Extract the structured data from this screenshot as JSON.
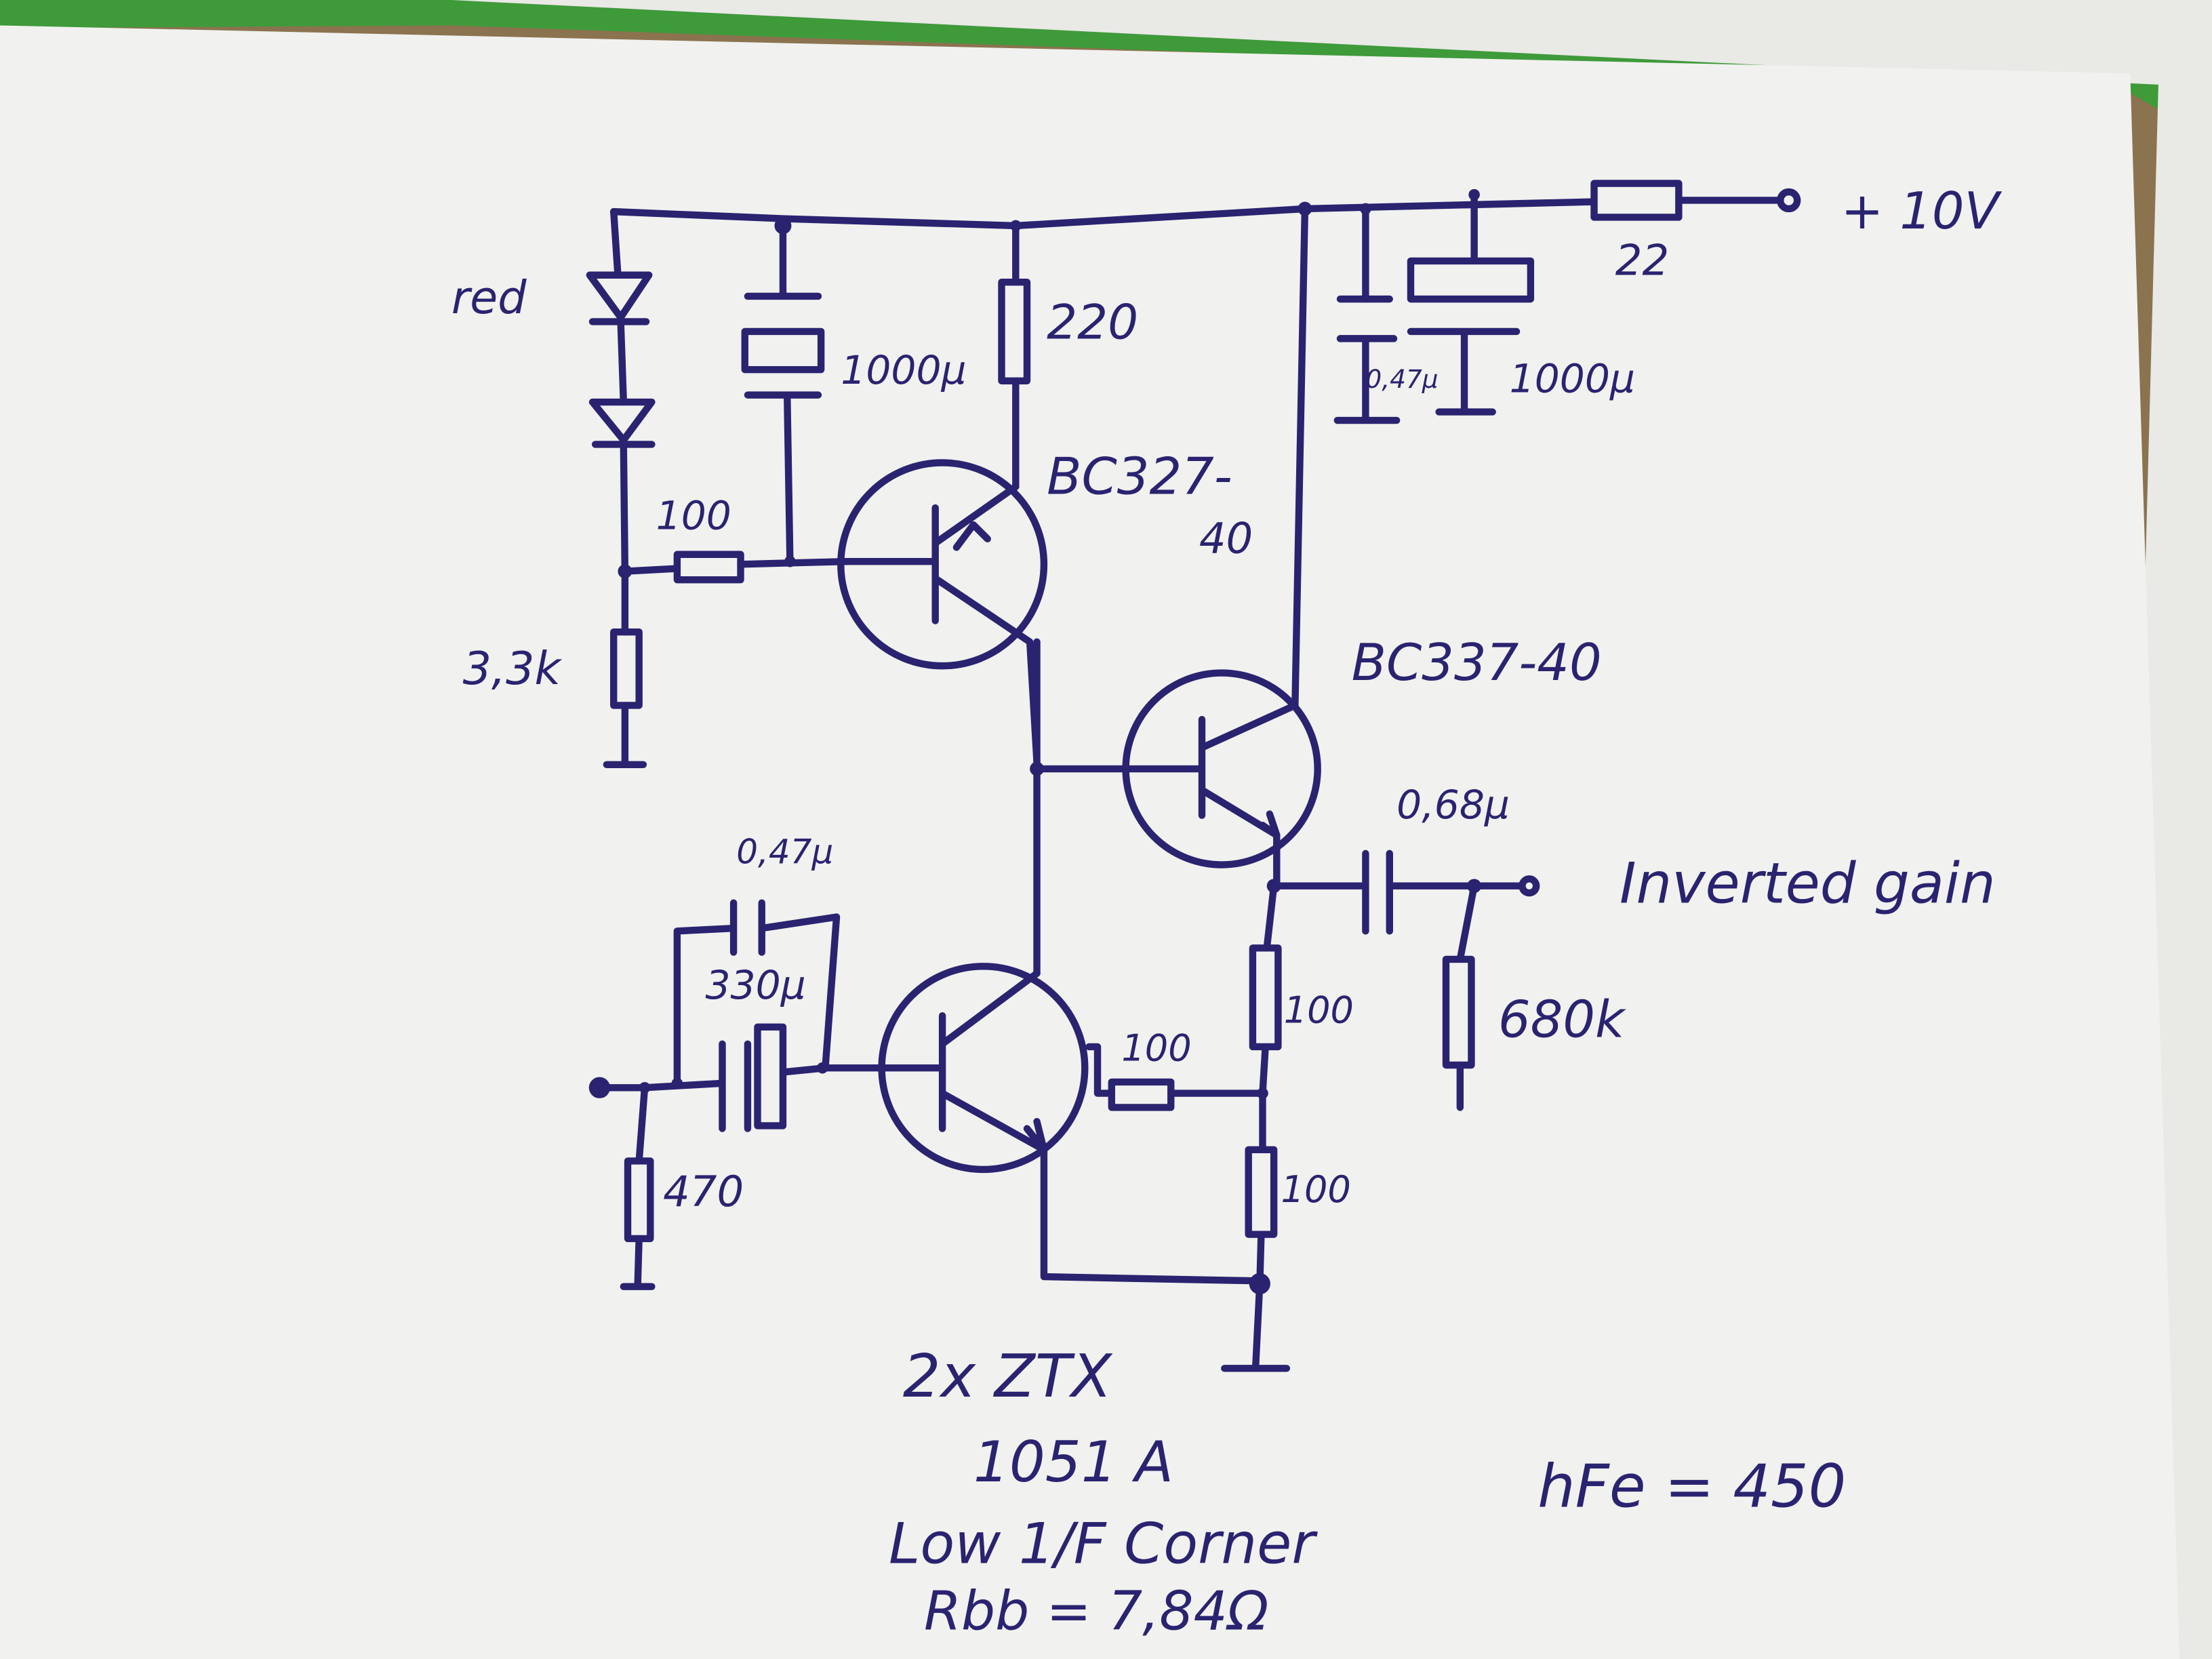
{
  "labels": {
    "supply": "+ 10V",
    "r_supply": "22",
    "c_supply_small": "0,47μ",
    "c_supply_large": "1000μ",
    "led_color": "red",
    "c_ref": "1000μ",
    "r_collector": "220",
    "q_pnp": "BC327-",
    "q_pnp_suffix": "40",
    "r_base": "100",
    "r_bias": "3,3k",
    "q_npn": "BC337-40",
    "c_out": "0,68μ",
    "output": "Inverted gain",
    "r_emitter": "100",
    "r_load": "680k",
    "c_in_small": "0,47μ",
    "c_in_large": "330μ",
    "r_in": "470",
    "r_fb": "100",
    "r_degen": "100",
    "note_transistor": "2x ZTX",
    "note_part": "1051 A",
    "note_corner": "Low 1/F Corner",
    "note_rbb": "Rbb = 7,84Ω",
    "note_hfe": "hFe = 450"
  },
  "colors": {
    "ink": "#2a2370",
    "paper": "#f1f1ef",
    "table": "#8b7350",
    "green_sheet": "#3f9a3a"
  }
}
